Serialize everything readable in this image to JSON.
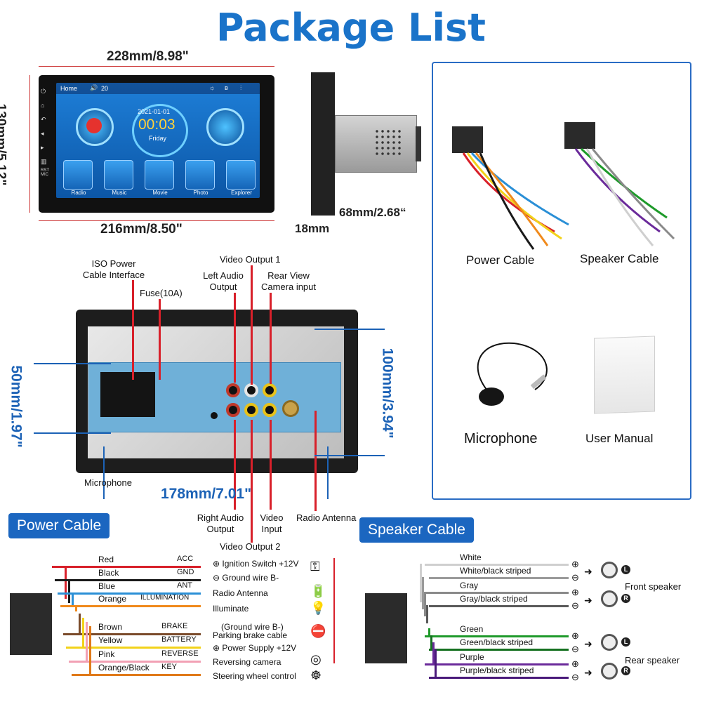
{
  "title": "Package List",
  "screen": {
    "top_bar": {
      "home": "Home",
      "volume": "20"
    },
    "date": "2021-01-01",
    "time": "00:03",
    "day": "Friday",
    "apps": [
      "Radio",
      "Music",
      "Movie",
      "Photo",
      "Explorer"
    ],
    "side_labels": [
      "RST",
      "MIC"
    ]
  },
  "dimensions": {
    "width_top": "228mm/8.98\"",
    "height_left": "130mm/5.12\"",
    "width_bottom": "216mm/8.50\"",
    "depth": "68mm/2.68“",
    "thickness": "18mm",
    "rear_height_right": "100mm/3.94\"",
    "rear_height_left": "50mm/1.97\"",
    "rear_width": "178mm/7.01\""
  },
  "accessories": {
    "power_cable": "Power Cable",
    "speaker_cable": "Speaker Cable",
    "microphone": "Microphone",
    "user_manual": "User Manual"
  },
  "rear_callouts": {
    "iso": "ISO Power\nCable Interface",
    "fuse": "Fuse(10A)",
    "left_audio": "Left Audio\nOutput",
    "video_out1": "Video Output 1",
    "rear_cam": "Rear View\nCamera input",
    "microphone": "Microphone",
    "right_audio": "Right Audio\nOutput",
    "video_input": "Video\nInput",
    "radio_antenna": "Radio Antenna",
    "video_out2": "Video Output 2"
  },
  "power_cable": {
    "heading": "Power Cable",
    "wires": [
      {
        "color": "Red",
        "pin": "ACC",
        "hex": "#d8202a"
      },
      {
        "color": "Black",
        "pin": "GND",
        "hex": "#1a1a1a"
      },
      {
        "color": "Blue",
        "pin": "ANT",
        "hex": "#2a8fd6"
      },
      {
        "color": "Orange",
        "pin": "ILLUMINATION",
        "hex": "#f08a1c"
      },
      {
        "color": "Brown",
        "pin": "BRAKE",
        "hex": "#7a4a2a"
      },
      {
        "color": "Yellow",
        "pin": "BATTERY",
        "hex": "#f2d21a"
      },
      {
        "color": "Pink",
        "pin": "REVERSE",
        "hex": "#f2a0b4"
      },
      {
        "color": "Orange/Black",
        "pin": "KEY",
        "hex": "#e07a1a"
      }
    ],
    "functions": [
      "Ignition Switch +12V",
      "Ground wire B-",
      "Radio Antenna",
      "Illuminate",
      "(Ground wire B-)",
      "Parking brake cable",
      "Power Supply +12V",
      "Reversing camera",
      "Steering wheel control"
    ]
  },
  "speaker_cable": {
    "heading": "Speaker Cable",
    "wires": [
      {
        "label": "White",
        "hex": "#cfcfcf"
      },
      {
        "label": "White/black striped",
        "hex": "#9a9a9a"
      },
      {
        "label": "Gray",
        "hex": "#8a8a8a"
      },
      {
        "label": "Gray/black striped",
        "hex": "#5a5a5a"
      },
      {
        "label": "Green",
        "hex": "#1e9a2a"
      },
      {
        "label": "Green/black striped",
        "hex": "#157020"
      },
      {
        "label": "Purple",
        "hex": "#6a2a9a"
      },
      {
        "label": "Purple/black striped",
        "hex": "#4a1a7a"
      }
    ],
    "front_speaker": "Front speaker",
    "rear_speaker": "Rear speaker",
    "channels": [
      "L",
      "R",
      "L",
      "R"
    ]
  }
}
